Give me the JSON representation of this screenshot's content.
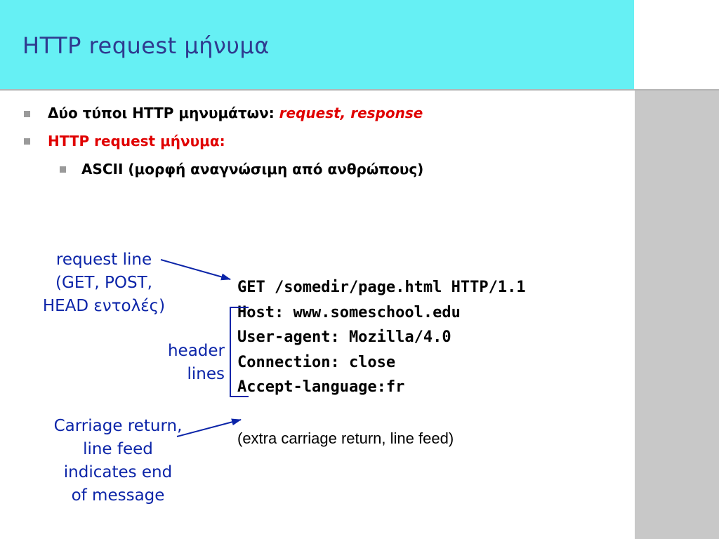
{
  "slide": {
    "title": "HTTP request μήνυμα",
    "bullets": [
      {
        "text": "Δύο τύποι HTTP μηνυμάτων: ",
        "highlight": "request, response"
      },
      {
        "text": "HTTP request μήνυμα:"
      }
    ],
    "sub_bullets": [
      {
        "text": "ASCII (μορφή αναγνώσιμη από ανθρώπους)"
      }
    ],
    "labels": {
      "request_line": [
        "request line",
        "(GET, POST,",
        "HEAD εντολές)"
      ],
      "header_lines": [
        "header",
        "lines"
      ],
      "carriage_return": [
        "Carriage return,",
        "line feed",
        "indicates end",
        "of message"
      ]
    },
    "http_request_lines": [
      "GET /somedir/page.html HTTP/1.1",
      "Host: www.someschool.edu",
      "User-agent: Mozilla/4.0",
      "Connection: close",
      "Accept-language:fr"
    ],
    "extra_note": "(extra carriage return, line feed)"
  },
  "colors": {
    "title_bar": "#66f0f4",
    "title_text": "#2f3a8f",
    "label_text": "#0b24a8",
    "highlight_text": "#e00000",
    "side_bar": "#c8c8c8"
  }
}
